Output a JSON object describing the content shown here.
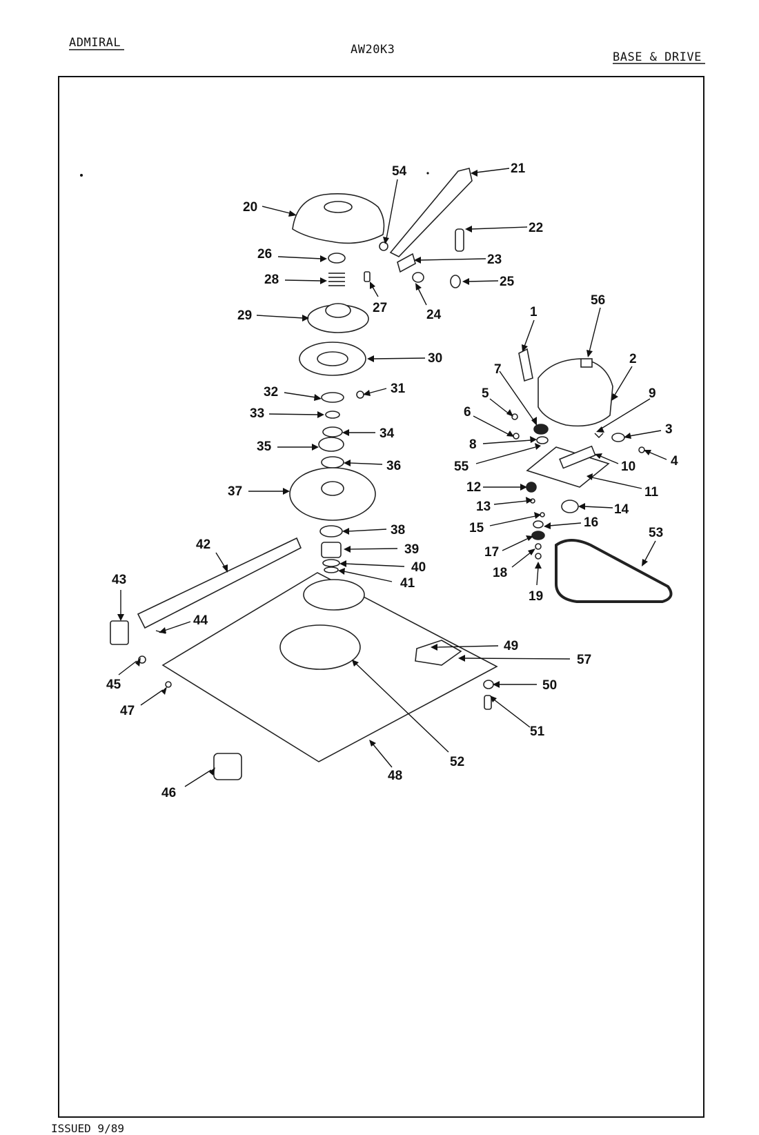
{
  "header": {
    "brand": "ADMIRAL",
    "model": "AW20K3",
    "section": "BASE & DRIVE"
  },
  "footer": {
    "issued": "ISSUED 9/89"
  },
  "callouts": [
    "1",
    "2",
    "3",
    "4",
    "5",
    "6",
    "7",
    "8",
    "9",
    "10",
    "11",
    "12",
    "13",
    "14",
    "15",
    "16",
    "17",
    "18",
    "19",
    "20",
    "21",
    "22",
    "23",
    "24",
    "25",
    "26",
    "27",
    "28",
    "29",
    "30",
    "31",
    "32",
    "33",
    "34",
    "35",
    "36",
    "37",
    "38",
    "39",
    "40",
    "41",
    "42",
    "43",
    "44",
    "45",
    "46",
    "47",
    "48",
    "49",
    "50",
    "51",
    "52",
    "53",
    "54",
    "55",
    "56",
    "57"
  ]
}
